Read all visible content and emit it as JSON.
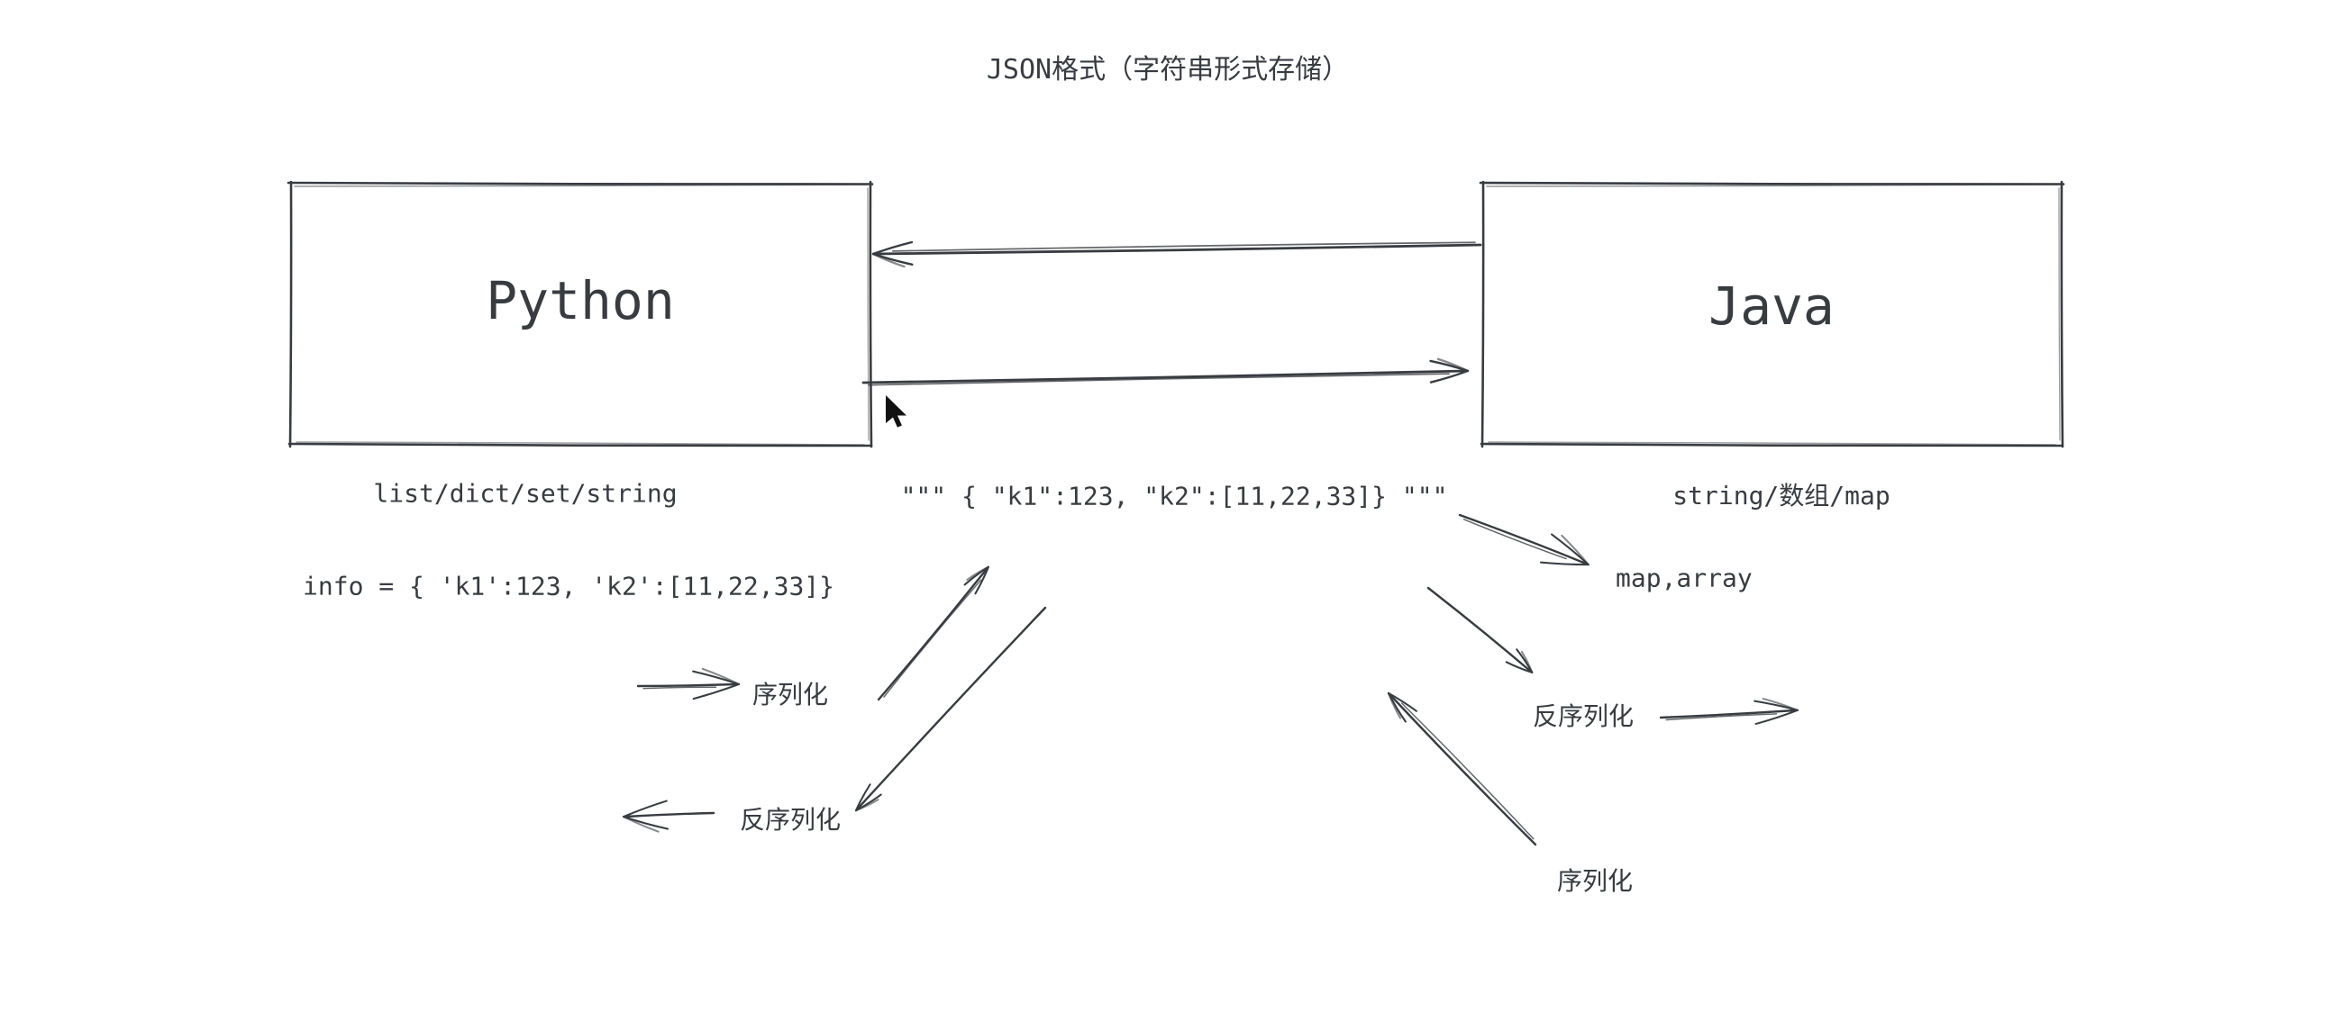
{
  "canvas": {
    "background": "#ffffff",
    "ink": "#383c41"
  },
  "title": "JSON格式（字符串形式存储）",
  "python": {
    "name": "Python",
    "data_types": "list/dict/set/string",
    "code_example": "info = { 'k1':123, 'k2':[11,22,33]}",
    "serialize_label": "序列化",
    "deserialize_label": "反序列化"
  },
  "json_channel": {
    "string_value": "\"\"\" { \"k1\":123, \"k2\":[11,22,33]} \"\"\""
  },
  "java": {
    "name": "Java",
    "data_types": "string/数组/map",
    "parsed_types": "map,array",
    "serialize_label": "序列化",
    "deserialize_label": "反序列化"
  },
  "edges": [
    {
      "id": "java-to-python",
      "description": "long arrow from Java box pointing left into Python box"
    },
    {
      "id": "python-to-java",
      "description": "long arrow from Python box pointing right into Java box"
    },
    {
      "id": "python-serialize-arrow",
      "description": "short arrow pointing right beside the left 序列化 label"
    },
    {
      "id": "python-data-to-json",
      "description": "diagonal double-stroke arrow from Python data up to the JSON string"
    },
    {
      "id": "json-to-python-data",
      "description": "diagonal arrow from the JSON string down to the left 反序列化 label"
    },
    {
      "id": "python-deserialize-arrow",
      "description": "short arrow pointing left beside the left 反序列化 label"
    },
    {
      "id": "json-to-java-types",
      "description": "diagonal arrow from the JSON string down to map,array"
    },
    {
      "id": "json-to-java-deserialize",
      "description": "diagonal arrow from the JSON string down toward the right 反序列化 label"
    },
    {
      "id": "java-deserialize-arrow",
      "description": "short arrow pointing right beside the right 反序列化 label"
    },
    {
      "id": "java-serialize-arrow",
      "description": "diagonal double-stroke arrow from the right 序列化 label up toward the JSON string"
    }
  ],
  "icons": {
    "cursor": "mouse-pointer-icon"
  }
}
